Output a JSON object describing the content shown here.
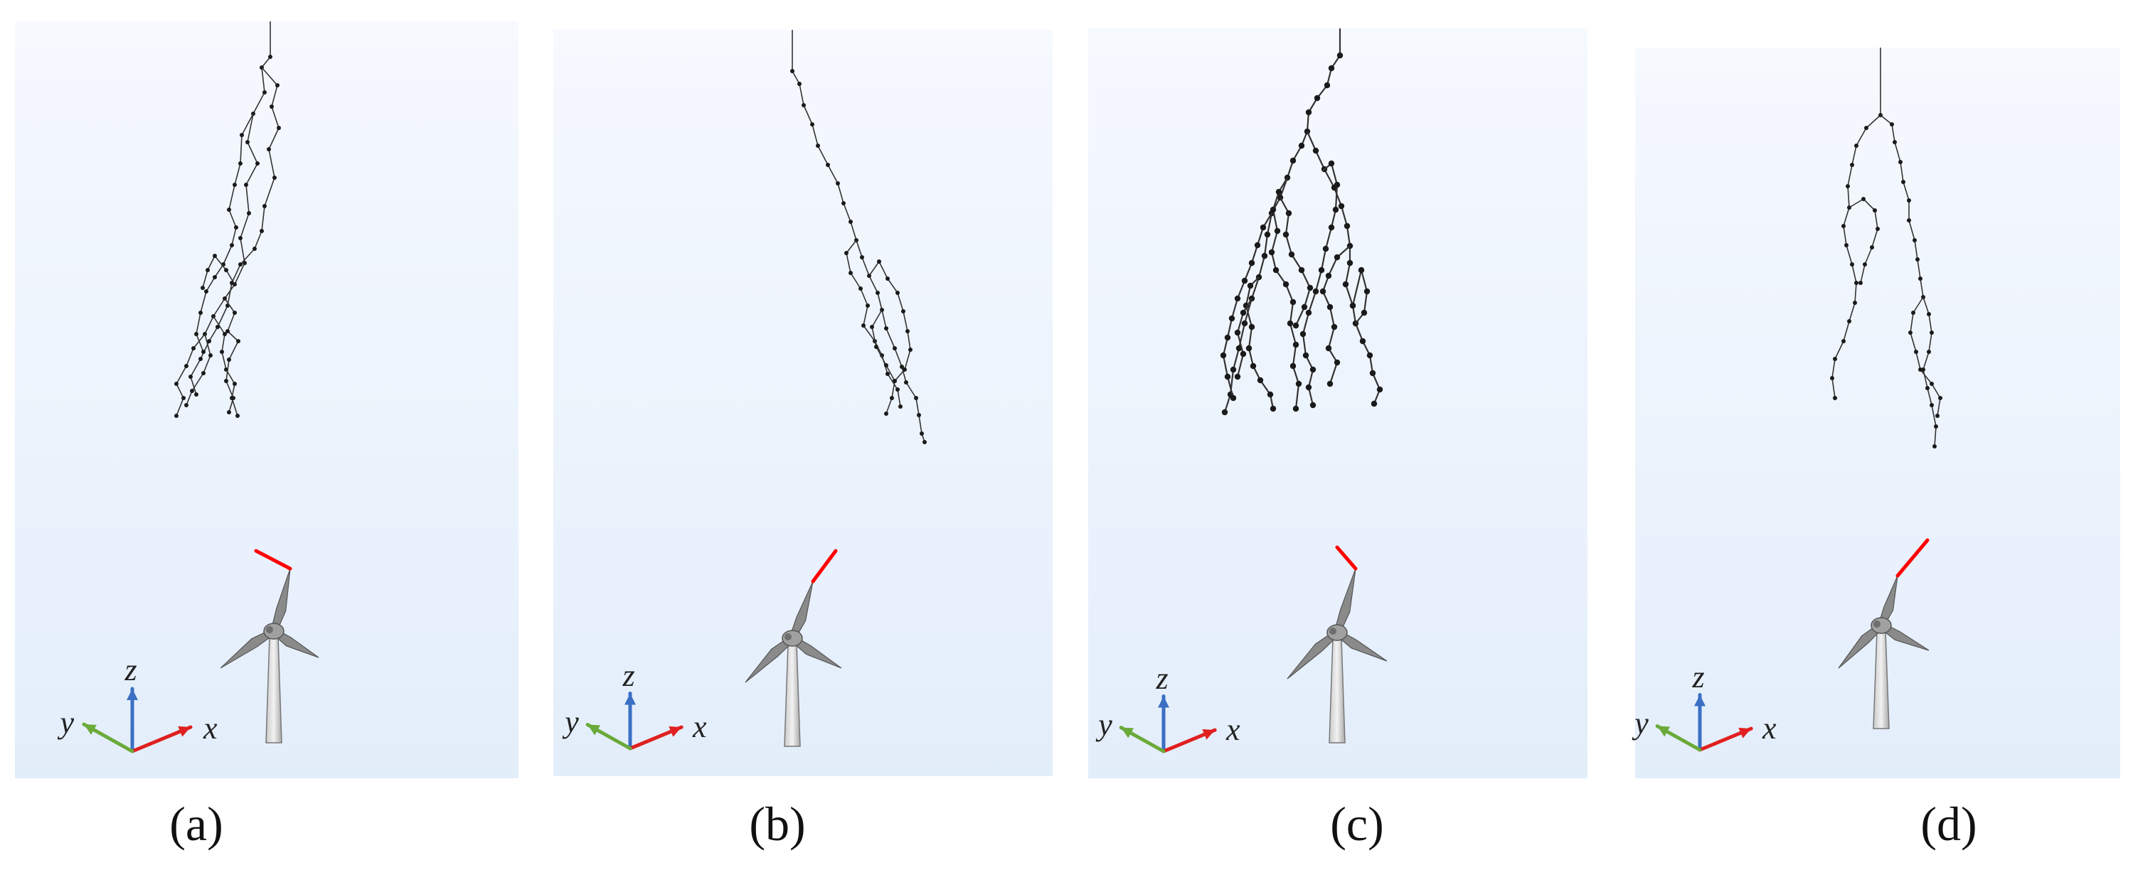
{
  "figure": {
    "panels": [
      {
        "id": "a",
        "caption": "(a)",
        "channel_style": "sparse-branching",
        "leader_color": "#ff0000"
      },
      {
        "id": "b",
        "caption": "(b)",
        "channel_style": "single-drifting",
        "leader_color": "#ff0000"
      },
      {
        "id": "c",
        "caption": "(c)",
        "channel_style": "dense-branching",
        "leader_color": "#ff0000"
      },
      {
        "id": "d",
        "caption": "(d)",
        "channel_style": "two-branch",
        "leader_color": "#ff0000"
      }
    ],
    "axes": {
      "x_label": "x",
      "y_label": "y",
      "z_label": "z"
    },
    "colors": {
      "x_axis": "#e02020",
      "y_axis": "#6aaa3a",
      "z_axis": "#3a6fc4",
      "panel_bg_top": "#f6f9fe",
      "panel_bg_bottom": "#e3eefb",
      "channel": "#333333",
      "turbine": "#9a9a9a"
    }
  }
}
